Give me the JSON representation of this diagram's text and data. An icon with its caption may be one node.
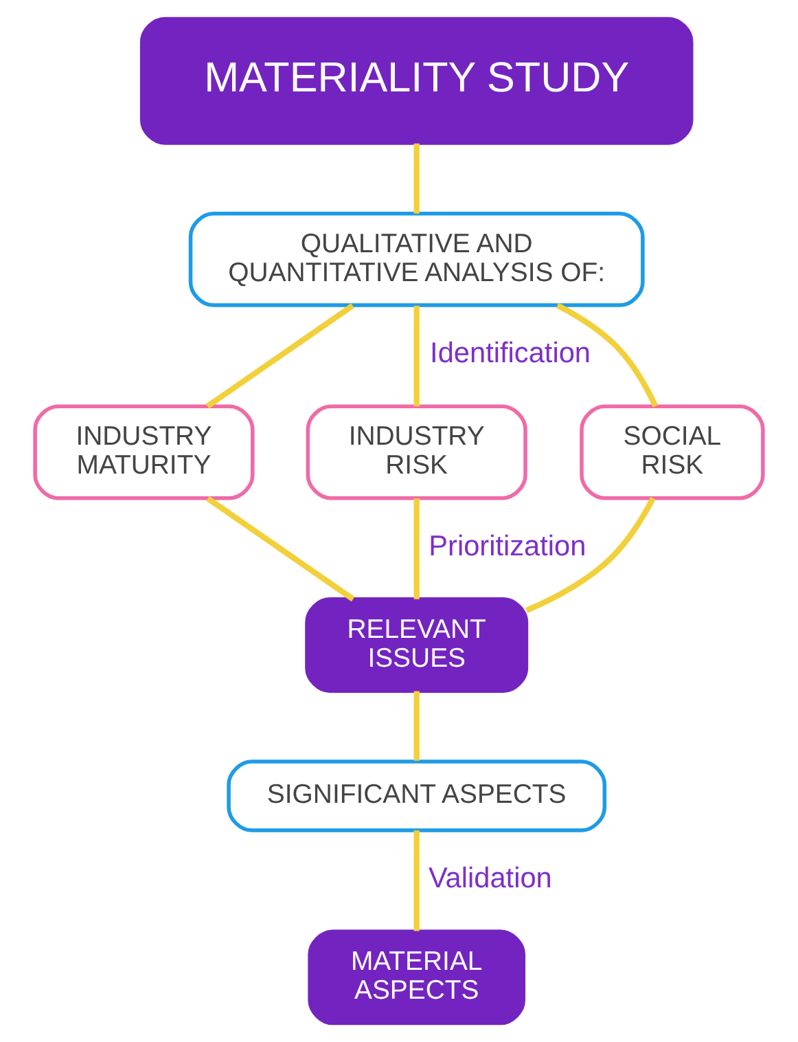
{
  "diagram": {
    "nodes": [
      {
        "text": [
          "MATERIALITY STUDY"
        ]
      },
      {
        "text": [
          "QUALITATIVE AND QUANTITATIVE ANALYSIS OF:"
        ]
      },
      {
        "text": [
          "INDUSTRY MATURITY"
        ]
      },
      {
        "text": [
          "INDUSTRY RISK"
        ]
      },
      {
        "text": [
          "SOCIAL RISK"
        ]
      },
      {
        "text": [
          "RELEVANT ISSUES"
        ]
      },
      {
        "text": [
          "SIGNIFICANT ASPECTS"
        ]
      },
      {
        "text": [
          "MATERIAL ASPECTS"
        ]
      }
    ],
    "edges": [
      {
        "from": 0,
        "to": 1,
        "arrow": "none"
      },
      {
        "from": 1,
        "to": 2,
        "arrow": "none"
      },
      {
        "from": 1,
        "to": 3,
        "arrow": "none",
        "label": "Identification"
      },
      {
        "from": 1,
        "to": 4,
        "arrow": "none"
      },
      {
        "from": 2,
        "to": 5,
        "arrow": "none"
      },
      {
        "from": 3,
        "to": 5,
        "arrow": "none",
        "label": "Prioritization"
      },
      {
        "from": 4,
        "to": 5,
        "arrow": "none"
      },
      {
        "from": 5,
        "to": 6,
        "arrow": "none"
      },
      {
        "from": 6,
        "to": 7,
        "arrow": "none",
        "label": "Validation"
      }
    ]
  }
}
